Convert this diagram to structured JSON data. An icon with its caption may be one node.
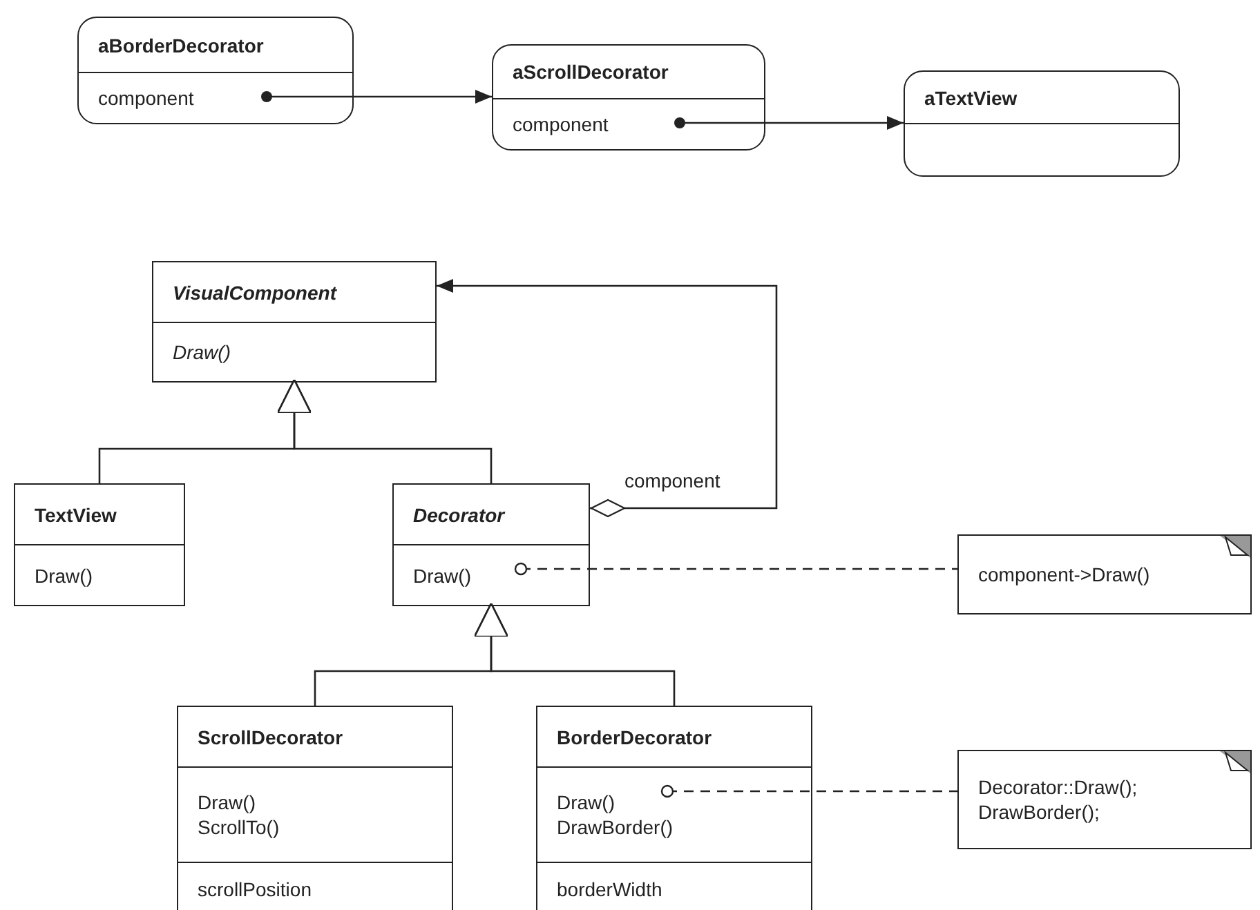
{
  "diagram": {
    "nodes": [
      {
        "text": [
          "aBorderDecorator",
          "component"
        ]
      },
      {
        "text": [
          "aScrollDecorator",
          "component"
        ]
      },
      {
        "text": [
          "aTextView"
        ]
      },
      {
        "text": [
          "VisualComponent",
          "Draw()"
        ]
      },
      {
        "text": [
          "TextView",
          "Draw()"
        ]
      },
      {
        "text": [
          "Decorator",
          "Draw()"
        ]
      },
      {
        "text": [
          "component->Draw()"
        ]
      },
      {
        "text": [
          "ScrollDecorator",
          "Draw() ScrollTo()",
          "scrollPosition"
        ]
      },
      {
        "text": [
          "BorderDecorator",
          "Draw() DrawBorder()",
          "borderWidth"
        ]
      },
      {
        "text": [
          "Decorator::Draw(); DrawBorder();"
        ]
      }
    ],
    "edges": [
      {
        "from": 0,
        "to": 1,
        "arrow": "to"
      },
      {
        "from": 1,
        "to": 2,
        "arrow": "to"
      },
      {
        "from": 4,
        "to": 3,
        "arrow": "to"
      },
      {
        "from": 5,
        "to": 3,
        "arrow": "to"
      },
      {
        "from": 5,
        "to": 3,
        "arrow": "to",
        "label": "component"
      },
      {
        "from": 5,
        "to": 6,
        "arrow": "other",
        "style": "dashed"
      },
      {
        "from": 7,
        "to": 5,
        "arrow": "to"
      },
      {
        "from": 8,
        "to": 5,
        "arrow": "to"
      },
      {
        "from": 8,
        "to": 9,
        "arrow": "other",
        "style": "dashed"
      }
    ]
  }
}
